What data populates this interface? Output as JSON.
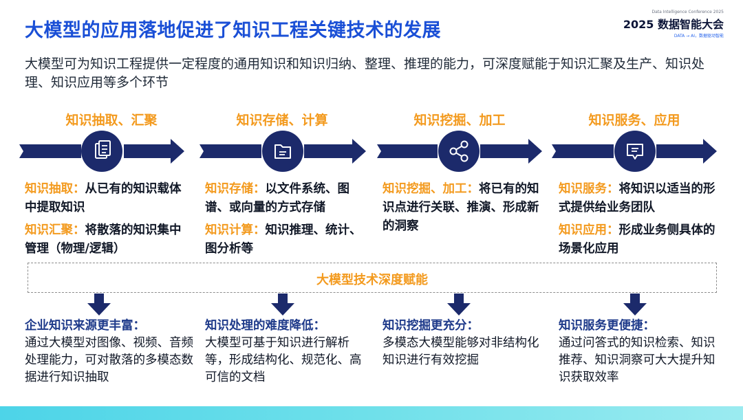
{
  "slide": {
    "title": "大模型的应用落地促进了知识工程关键技术的发展",
    "conference": {
      "en": "Data Intelligence Conference 2025",
      "name": "2025 数据智能大会",
      "tagline": "DATA → AI，数据驱动智能"
    },
    "intro": "大模型可为知识工程提供一定程度的通用知识和知识归纳、整理、推理的能力，可深度赋能于知识汇聚及生产、知识处理、知识应用等多个环节",
    "stages": [
      {
        "title": "知识抽取、汇聚",
        "icon": "document-icon"
      },
      {
        "title": "知识存储、计算",
        "icon": "folder-icon"
      },
      {
        "title": "知识挖掘、加工",
        "icon": "share-icon"
      },
      {
        "title": "知识服务、应用",
        "icon": "chat-icon"
      }
    ],
    "descriptions": {
      "c1": {
        "p1_head": "知识抽取：",
        "p1_body": "从已有的知识载体中提取知识",
        "p2_head": "知识汇聚：",
        "p2_body": "将散落的知识集中管理（物理/逻辑）"
      },
      "c2": {
        "p1_head": "知识存储：",
        "p1_body": "以文件系统、图谱、或向量的方式存储",
        "p2_head": "知识计算：",
        "p2_body": "知识推理、统计、图分析等"
      },
      "c3": {
        "p1_head": "知识挖掘、加工：",
        "p1_body": "将已有的知识点进行关联、推演、形成新的洞察"
      },
      "c4": {
        "p1_head": "知识服务：",
        "p1_body": "将知识以适当的形式提供给业务团队",
        "p2_head": "知识应用：",
        "p2_body": "形成业务侧具体的场景化应用"
      }
    },
    "enablement_label": "大模型技术深度赋能",
    "outcomes": [
      {
        "head": "企业知识来源更丰富：",
        "body": "通过大模型对图像、视频、音频处理能力，可对散落的多模态数据进行知识抽取"
      },
      {
        "head": "知识处理的难度降低：",
        "body": "大模型可基于知识进行解析等，形成结构化、规范化、高可信的文档"
      },
      {
        "head": "知识挖掘更充分：",
        "body": "多模态大模型能够对非结构化知识进行有效挖掘"
      },
      {
        "head": "知识服务更便捷：",
        "body": "通过问答式的知识检索、知识推荐、知识洞察可大大提升知识获取效率"
      }
    ],
    "colors": {
      "title_blue": "#1a4fd6",
      "accent_orange": "#f39a1e",
      "navy": "#1c2a6b"
    }
  }
}
